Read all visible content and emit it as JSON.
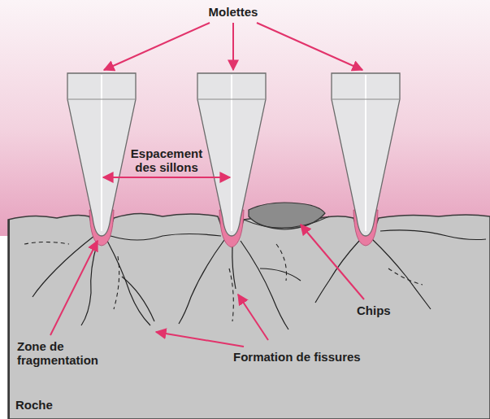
{
  "diagram": {
    "labels": [
      "Molettes",
      "Espacement des sillons",
      "Zone de fragmentation",
      "Formation de fissures",
      "Chips",
      "Roche"
    ]
  }
}
